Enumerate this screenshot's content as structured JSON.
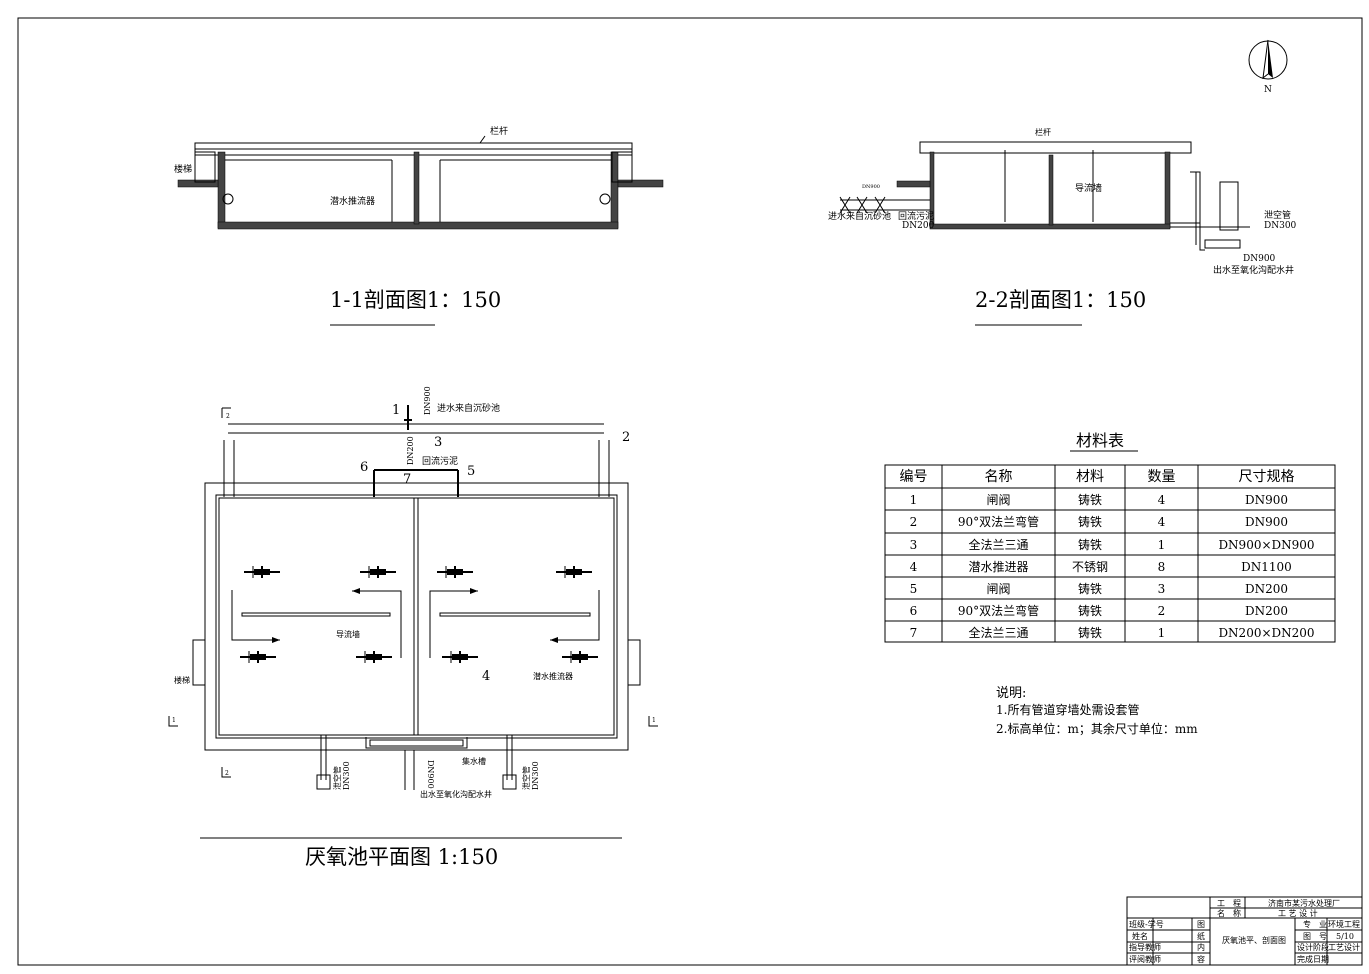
{
  "north": {
    "label": "N"
  },
  "section_1_1": {
    "title": "1-1剖面图1：150",
    "railing": "栏杆",
    "stairs": "楼梯",
    "mixer": "潜水推流器"
  },
  "section_2_2": {
    "title": "2-2剖面图1：150",
    "railing": "栏杆",
    "baffle": "导流墙",
    "inlet": "进水来自沉砂池",
    "valve_dn": "DN900",
    "return_sludge": "回流污泥",
    "return_dn": "DN200",
    "drain": "泄空管",
    "drain_dn": "DN300",
    "outlet_dn": "DN900",
    "outlet": "出水至氧化沟配水井"
  },
  "plan": {
    "title": "厌氧池平面图 1:150",
    "inlet_dn": "DN900",
    "inlet": "进水来自沉砂池",
    "return_dn": "DN200",
    "return_sludge": "回流污泥",
    "baffle": "导流墙",
    "mixer": "潜水推流器",
    "stairs": "楼梯",
    "collector": "集水槽",
    "drain": "泄空管",
    "drain_dn": "DN300",
    "outlet_dn": "DN900",
    "outlet": "出水至氧化沟配水井",
    "callouts": [
      "1",
      "2",
      "3",
      "4",
      "5",
      "6",
      "7"
    ],
    "section_marks": [
      "1",
      "2"
    ]
  },
  "materials": {
    "title": "材料表",
    "headers": [
      "编号",
      "名称",
      "材料",
      "数量",
      "尺寸规格"
    ],
    "rows": [
      [
        "1",
        "闸阀",
        "铸铁",
        "4",
        "DN900"
      ],
      [
        "2",
        "90°双法兰弯管",
        "铸铁",
        "4",
        "DN900"
      ],
      [
        "3",
        "全法兰三通",
        "铸铁",
        "1",
        "DN900×DN900"
      ],
      [
        "4",
        "潜水推进器",
        "不锈钢",
        "8",
        "DN1100"
      ],
      [
        "5",
        "闸阀",
        "铸铁",
        "3",
        "DN200"
      ],
      [
        "6",
        "90°双法兰弯管",
        "铸铁",
        "2",
        "DN200"
      ],
      [
        "7",
        "全法兰三通",
        "铸铁",
        "1",
        "DN200×DN200"
      ]
    ]
  },
  "notes": {
    "title": "说明:",
    "items": [
      "1.所有管道穿墙处需设套管",
      "2.标高单位：m；其余尺寸单位：mm"
    ]
  },
  "title_block": {
    "project_label_1": "工　程",
    "project_label_2": "名　称",
    "project_name": "济南市某污水处理厂",
    "project_sub": "工 艺 设 计",
    "class_id": "班级-学号",
    "name": "姓名",
    "advisor": "指导教师",
    "reviewer": "评阅教师",
    "content_label": [
      "图",
      "纸",
      "内",
      "容"
    ],
    "content": "厌氧池平、剖面图",
    "major_label": "专　业",
    "major": "环境工程",
    "drawing_no_label": "图　号",
    "drawing_no": "5/10",
    "stage_label": "设计阶段",
    "stage": "工艺设计",
    "date_label": "完成日期"
  }
}
